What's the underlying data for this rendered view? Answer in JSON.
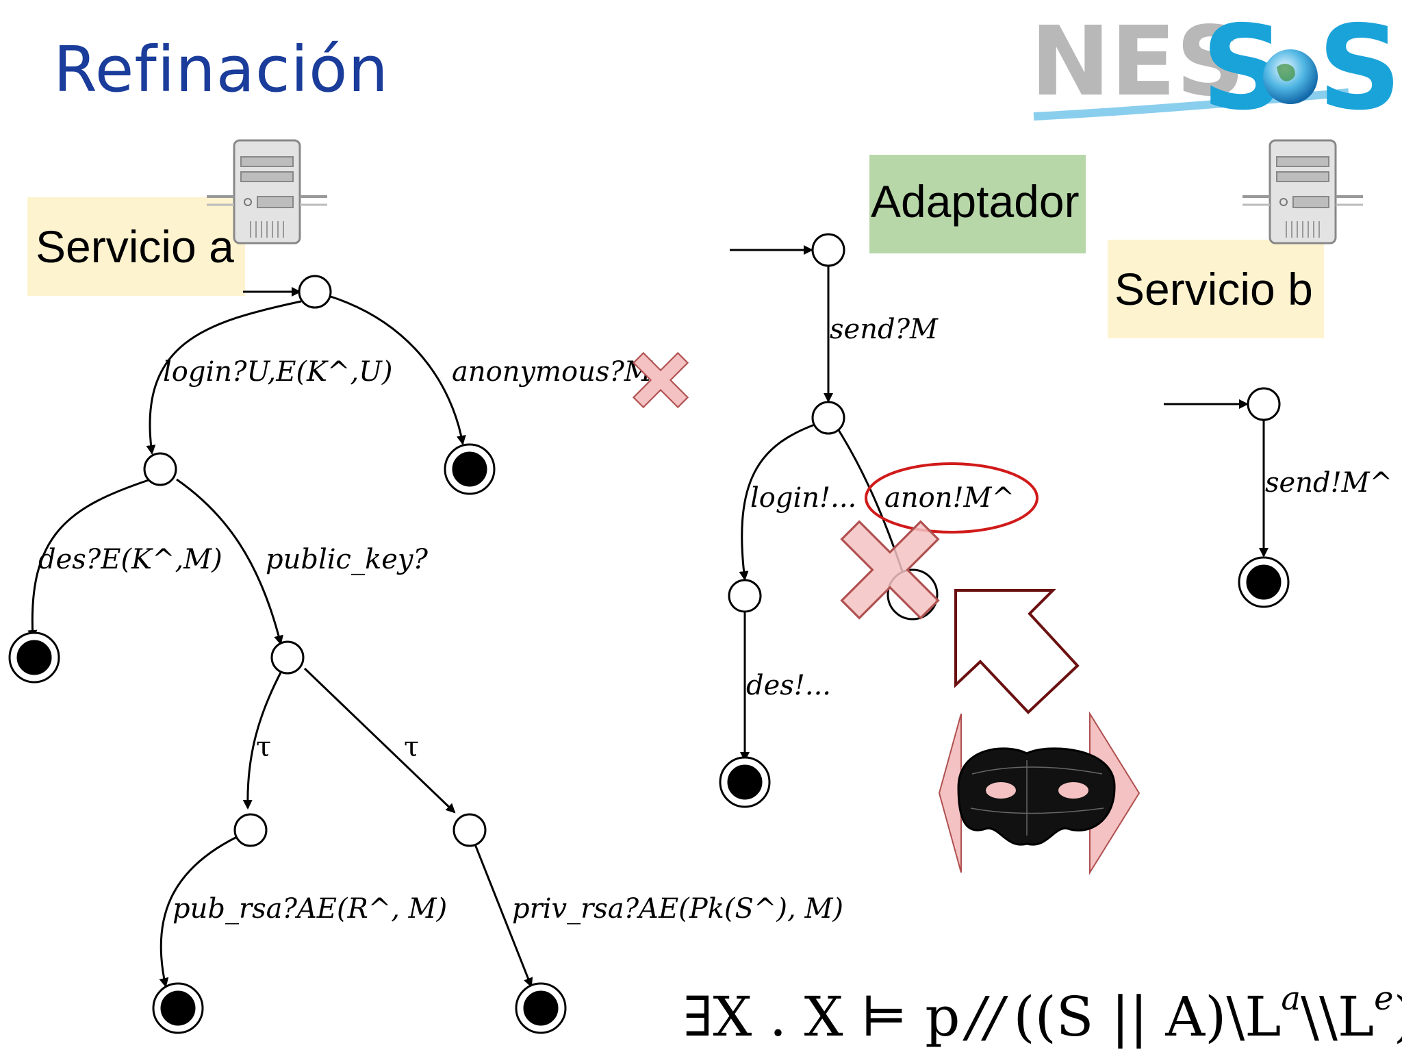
{
  "title": "Refinación",
  "logo": {
    "text": "NESSoS",
    "part1": "NES",
    "part2": "S",
    "part3": "S"
  },
  "boxes": {
    "service_a": "Servicio a",
    "service_b": "Servicio b",
    "adapter": "Adaptador"
  },
  "edges": {
    "login": "login?U,E(K^,U)",
    "anonymous": "anonymous?M",
    "des": "des?E(K^,M)",
    "public_key": "public_key?",
    "tau1": "τ",
    "tau2": "τ",
    "pub_rsa": "pub_rsa?AE(R^, M)",
    "priv_rsa": "priv_rsa?AE(Pk(S^), M)",
    "send_q": "send?M",
    "login_out": "login!...",
    "anon_out": "anon!M^",
    "des_out": "des!...",
    "send_out": "send!M^"
  },
  "formula": "∃X . X ⊨ p// ((S || A)\\L^a\\\\L^e)",
  "formula_parts": {
    "lhs": "∃X . X ⊨ p",
    "slashes": "//",
    "mid": "((S || A)\\L",
    "sup_a": "a",
    "mid2": "\\\\L",
    "sup_e": "e",
    "end": ")"
  },
  "colors": {
    "title": "#1a3c9a",
    "service_box": "#fdf3cf",
    "adapter_box": "#b7d7a8",
    "cross_fill": "#f4c2c2",
    "cross_stroke": "#b05050",
    "highlight_ellipse": "#d11a1a",
    "arrow_outline": "#6b1010"
  },
  "icons": [
    "server-icon",
    "cross-icon",
    "mask-icon",
    "outline-arrow-icon"
  ]
}
